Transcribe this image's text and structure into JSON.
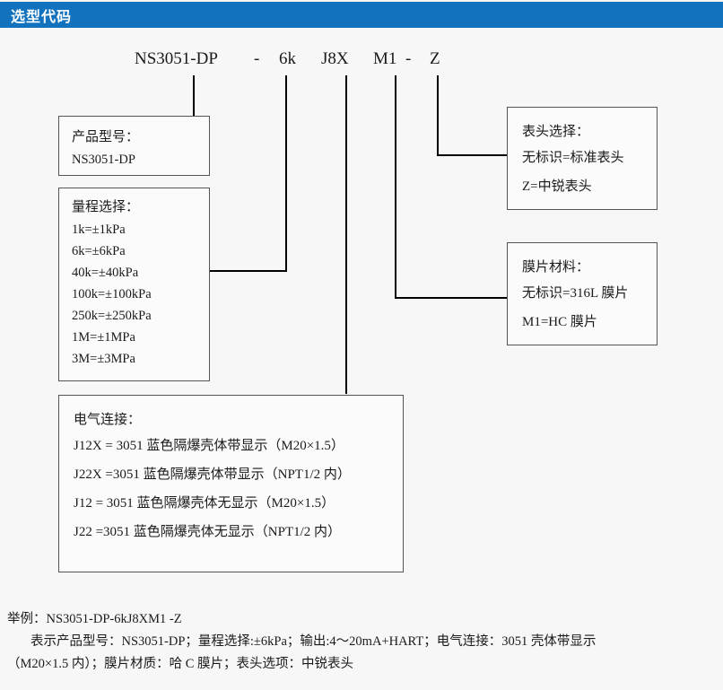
{
  "header": {
    "title": "选型代码",
    "bar_color": "#1272bd",
    "text_color": "#ffffff"
  },
  "code_line": {
    "segments": [
      {
        "text": "NS3051-DP",
        "name": "code-segment-model"
      },
      {
        "text": "-",
        "name": "code-segment-dash-1"
      },
      {
        "text": "6k",
        "name": "code-segment-range"
      },
      {
        "text": "J8X",
        "name": "code-segment-electrical"
      },
      {
        "text": "M1",
        "name": "code-segment-diaphragm"
      },
      {
        "text": "-",
        "name": "code-segment-dash-2"
      },
      {
        "text": "Z",
        "name": "code-segment-head"
      }
    ]
  },
  "boxes": {
    "product_model": {
      "title": "产品型号：",
      "rows": [
        "NS3051-DP"
      ]
    },
    "range_selection": {
      "title": "量程选择：",
      "rows": [
        "1k=±1kPa",
        "6k=±6kPa",
        "40k=±40kPa",
        "100k=±100kPa",
        "250k=±250kPa",
        "1M=±1MPa",
        "3M=±3MPa"
      ]
    },
    "electrical_connection": {
      "title": "电气连接：",
      "rows": [
        "J12X = 3051 蓝色隔爆壳体带显示（M20×1.5）",
        "J22X =3051 蓝色隔爆壳体带显示（NPT1/2 内）",
        "J12 = 3051 蓝色隔爆壳体无显示（M20×1.5）",
        "J22 =3051 蓝色隔爆壳体无显示（NPT1/2 内）"
      ]
    },
    "head_selection": {
      "title": "表头选择：",
      "rows": [
        "无标识=标准表头",
        "Z=中锐表头"
      ]
    },
    "diaphragm_material": {
      "title": "膜片材料：",
      "rows": [
        "无标识=316L 膜片",
        "M1=HC 膜片"
      ]
    }
  },
  "example": {
    "line1": "举例：NS3051-DP-6kJ8XM1 -Z",
    "line2": "表示产品型号：NS3051-DP；量程选择:±6kPa；输出:4～20mA+HART；电气连接：3051 壳体带显示",
    "line3": "（M20×1.5 内）；膜片材质：哈 C 膜片；表头选项：中锐表头"
  }
}
